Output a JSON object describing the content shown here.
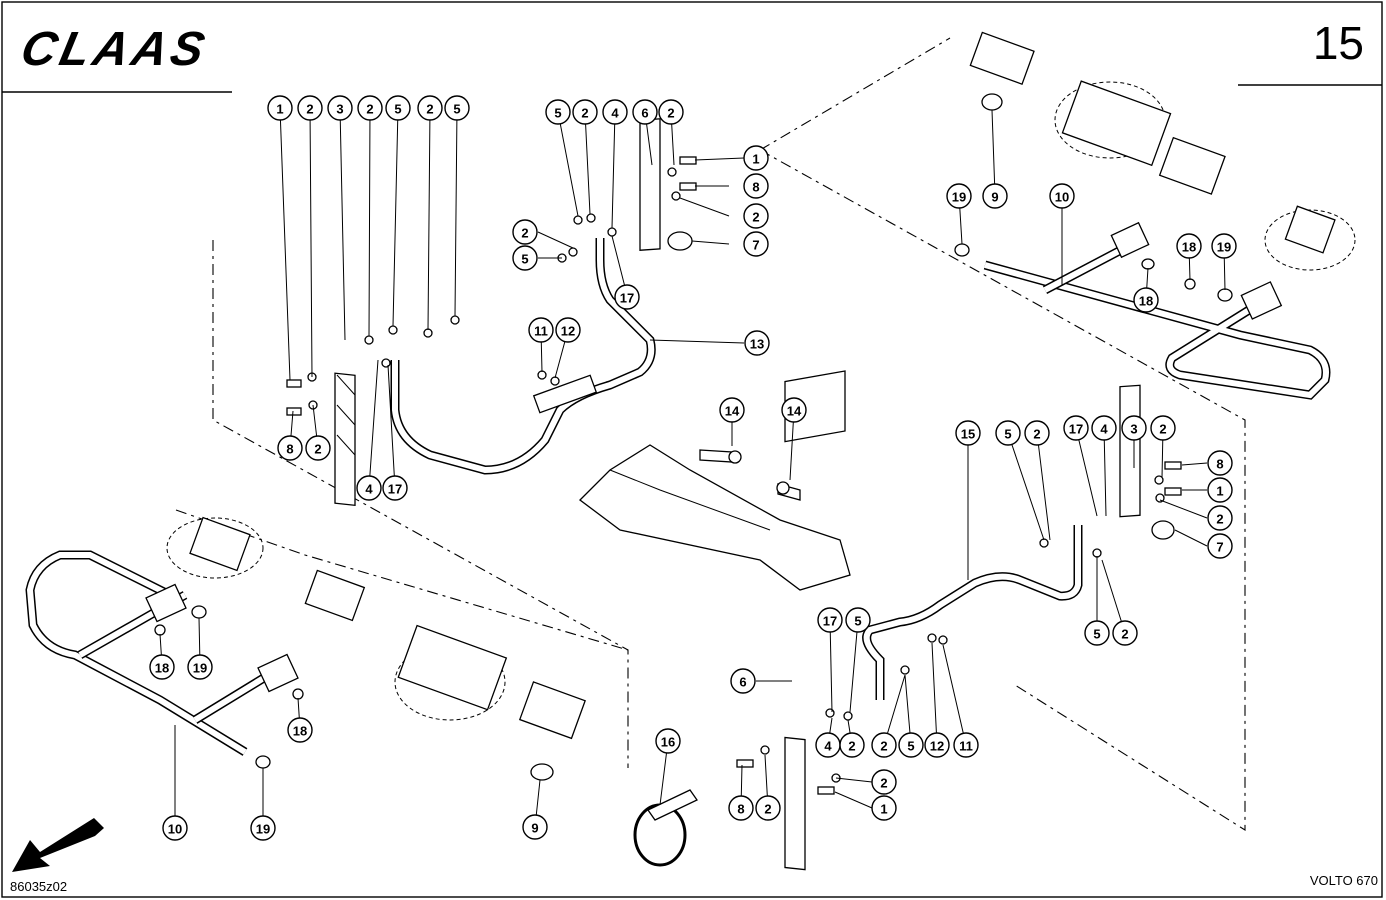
{
  "header": {
    "brand": "CLAAS",
    "page_number": "15"
  },
  "footer": {
    "drawing_number": "86035z02",
    "model": "VOLTO 670"
  },
  "icons": {
    "direction_arrow": "direction-arrow-icon"
  },
  "callouts": {
    "upper_left_bracket": [
      "1",
      "2",
      "3",
      "2",
      "5",
      "2",
      "5",
      "8",
      "2",
      "4",
      "17"
    ],
    "upper_center_bracket": [
      "5",
      "2",
      "4",
      "6",
      "2",
      "1",
      "8",
      "2",
      "7",
      "2",
      "5",
      "17",
      "11",
      "12",
      "13"
    ],
    "center": [
      "14",
      "14"
    ],
    "upper_right_frame": [
      "9",
      "19",
      "10",
      "18",
      "19",
      "18"
    ],
    "lower_left_frame": [
      "18",
      "19",
      "18",
      "10",
      "19",
      "9"
    ],
    "lower_center": [
      "16"
    ],
    "lower_right_bracket": [
      "15",
      "5",
      "2",
      "17",
      "4",
      "3",
      "2",
      "8",
      "1",
      "2",
      "7",
      "5",
      "2",
      "6",
      "17",
      "5",
      "4",
      "2",
      "2",
      "5",
      "12",
      "11",
      "2",
      "1",
      "8",
      "2"
    ]
  }
}
